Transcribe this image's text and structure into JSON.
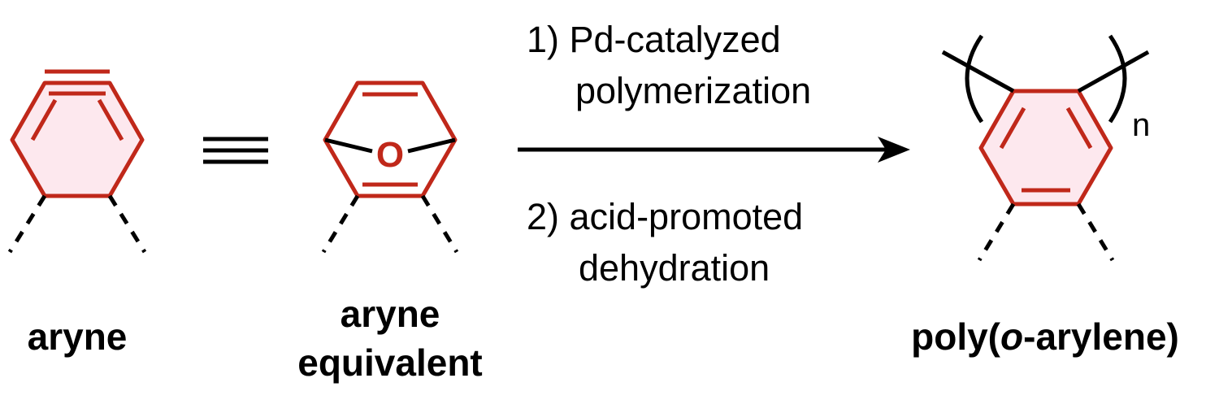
{
  "colors": {
    "ring": "#c0281a",
    "ring_fill": "#fde8ee",
    "bond": "#000000",
    "background": "#ffffff"
  },
  "molecules": {
    "aryne": {
      "label": "aryne"
    },
    "equivalent_sign": "≡",
    "aryne_equivalent": {
      "label_line1": "aryne",
      "label_line2": "equivalent",
      "bridge_atom": "O"
    },
    "polymer": {
      "label_prefix": "poly(",
      "label_italic": "o",
      "label_suffix": "-arylene)",
      "subscript": "n"
    }
  },
  "reaction": {
    "step1_line1": "1) Pd-catalyzed",
    "step1_line2": "polymerization",
    "step2_line1": "2) acid-promoted",
    "step2_line2": "dehydration"
  }
}
